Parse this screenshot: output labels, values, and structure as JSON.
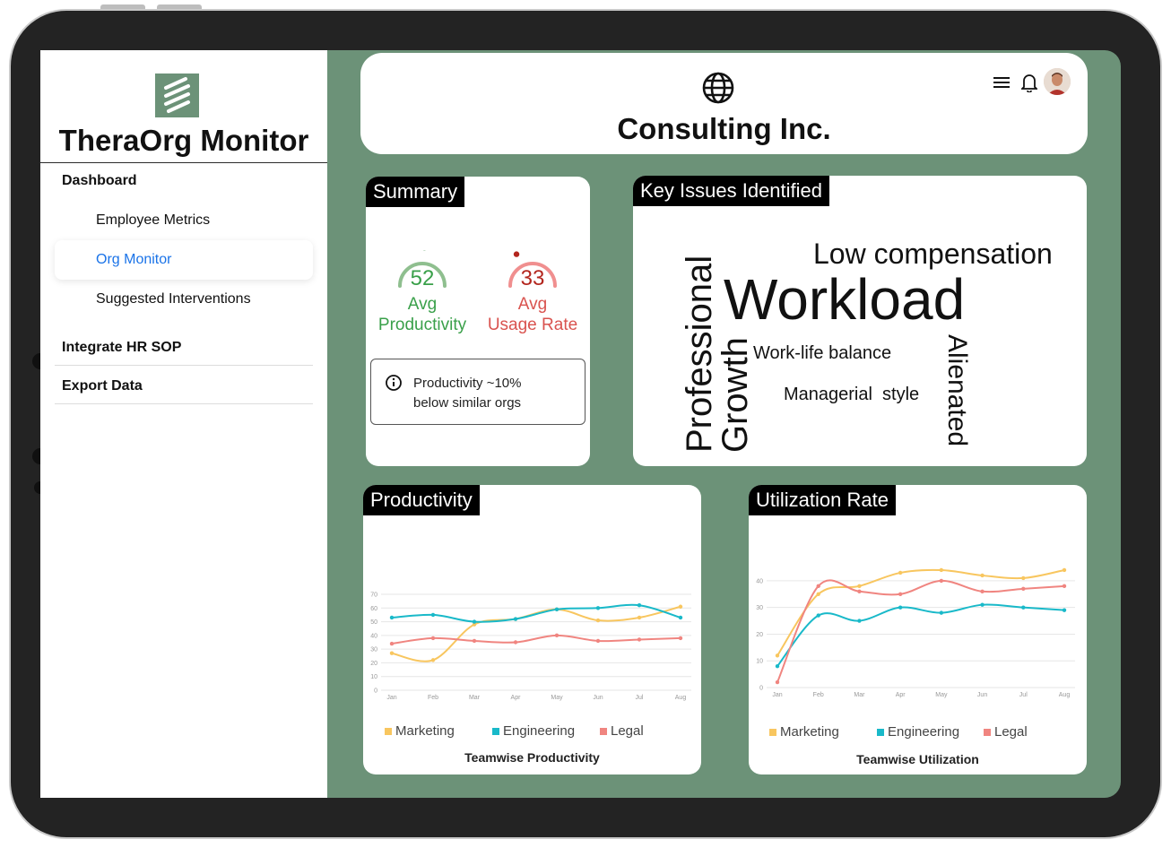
{
  "app": {
    "name": "TheraOrg Monitor",
    "company": "Consulting Inc."
  },
  "sidebar": {
    "items": [
      {
        "label": "Dashboard"
      },
      {
        "label": "Employee Metrics"
      },
      {
        "label": "Org Monitor"
      },
      {
        "label": "Suggested Interventions"
      },
      {
        "label": "Integrate HR SOP"
      },
      {
        "label": "Export Data"
      }
    ],
    "active_item": "Org Monitor",
    "active_color": "#1a73e8"
  },
  "header": {
    "icons": [
      "globe-icon",
      "hamburger-menu-icon",
      "bell-icon",
      "avatar"
    ]
  },
  "summary": {
    "title": "Summary",
    "productivity": {
      "value": "52",
      "label_line1": "Avg",
      "label_line2": "Productivity",
      "fraction": 0.52,
      "color": "#3aa04a",
      "track": "#8fbf8f"
    },
    "usage": {
      "value": "33",
      "label_line1": "Avg",
      "label_line2": "Usage Rate",
      "fraction": 0.33,
      "color": "#d9534f",
      "track": "#f08f8f"
    },
    "note_line1": "Productivity ~10%",
    "note_line2": "below similar orgs"
  },
  "key_issues": {
    "title": "Key Issues Identified",
    "words": [
      "Low compensation",
      "Workload",
      "Professional",
      "Growth",
      "Work-life balance",
      "Managerial  style",
      "Alienated"
    ]
  },
  "productivity_card": {
    "title": "Productivity"
  },
  "utilization_card": {
    "title": "Utilization Rate"
  },
  "chart_data": [
    {
      "type": "line",
      "title": "Teamwise Productivity",
      "x": [
        "Jan",
        "Feb",
        "Mar",
        "Apr",
        "May",
        "Jun",
        "Jul",
        "Aug"
      ],
      "yticks": [
        "0",
        "10",
        "20",
        "30",
        "40",
        "50",
        "60",
        "70"
      ],
      "ylim": [
        0,
        70
      ],
      "grid": true,
      "legend_position": "bottom",
      "series": [
        {
          "name": "Marketing",
          "color": "#f8c65f",
          "values": [
            27,
            22,
            48,
            52,
            59,
            51,
            53,
            61
          ]
        },
        {
          "name": "Engineering",
          "color": "#19b9c9",
          "values": [
            53,
            55,
            50,
            52,
            59,
            60,
            62,
            53
          ]
        },
        {
          "name": "Legal",
          "color": "#f08580",
          "values": [
            34,
            38,
            36,
            35,
            40,
            36,
            37,
            38
          ]
        }
      ]
    },
    {
      "type": "line",
      "title": "Teamwise Utilization",
      "x": [
        "Jan",
        "Feb",
        "Mar",
        "Apr",
        "May",
        "Jun",
        "Jul",
        "Aug"
      ],
      "yticks": [
        "0",
        "10",
        "20",
        "30",
        "40"
      ],
      "ylim": [
        0,
        45
      ],
      "grid": true,
      "legend_position": "bottom",
      "series": [
        {
          "name": "Marketing",
          "color": "#f8c65f",
          "values": [
            12,
            35,
            38,
            43,
            44,
            42,
            41,
            44
          ]
        },
        {
          "name": "Engineering",
          "color": "#19b9c9",
          "values": [
            8,
            27,
            25,
            30,
            28,
            31,
            30,
            29
          ]
        },
        {
          "name": "Legal",
          "color": "#f08580",
          "values": [
            2,
            38,
            36,
            35,
            40,
            36,
            37,
            38
          ]
        }
      ]
    }
  ]
}
